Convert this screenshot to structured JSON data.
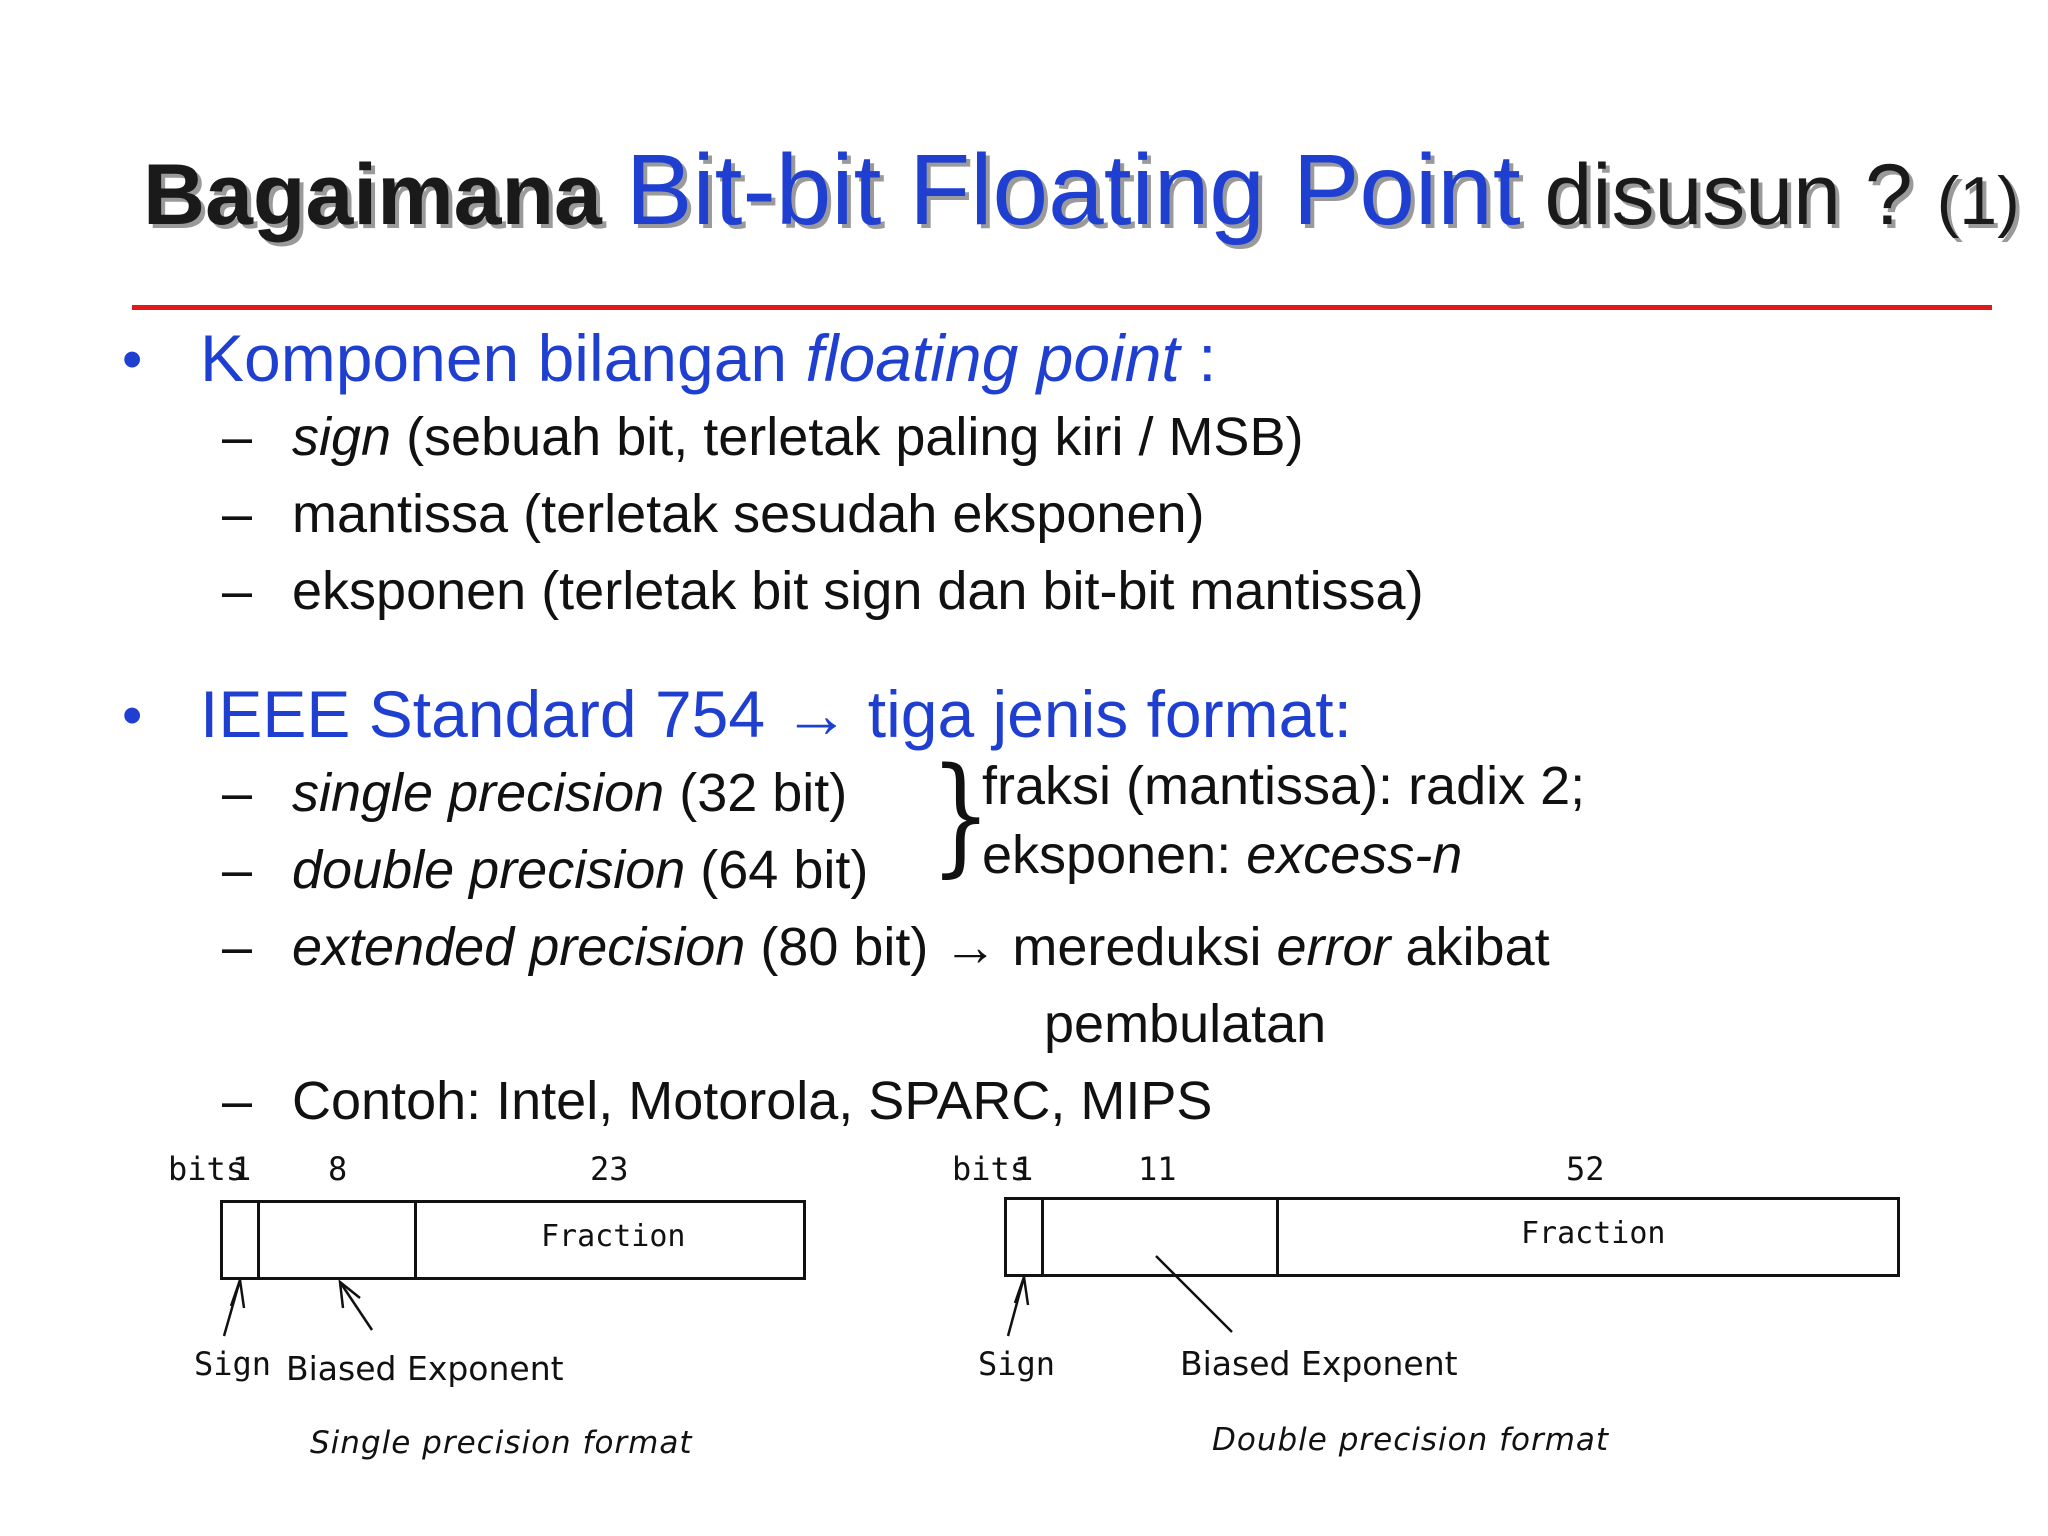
{
  "title": {
    "part1": "Bagaimana",
    "part2": "Bit-bit Floating Point",
    "part3": "disusun ?",
    "part4": "(1)"
  },
  "bullet1": {
    "marker": "•",
    "text_plain": "Komponen bilangan ",
    "text_italic": "floating point",
    "text_end": " :",
    "items": [
      {
        "dash": "–",
        "italic": "sign",
        "rest": " (sebuah bit, terletak paling kiri / MSB)"
      },
      {
        "dash": "–",
        "italic": "",
        "rest": "mantissa (terletak sesudah eksponen)"
      },
      {
        "dash": "–",
        "italic": "",
        "rest": "eksponen (terletak bit sign dan bit-bit mantissa)"
      }
    ]
  },
  "bullet2": {
    "marker": "•",
    "text_a": "IEEE Standard 754 ",
    "arrow": "→",
    "text_b": " tiga jenis format:",
    "items": [
      {
        "dash": "–",
        "italic": "single precision",
        "rest": " (32 bit)"
      },
      {
        "dash": "–",
        "italic": "double precision",
        "rest": " (64 bit)"
      },
      {
        "dash": "–",
        "italic": "extended precision",
        "rest": " (80 bit) ",
        "arrow": "→",
        "rest2": " mereduksi ",
        "italic2": "error",
        "rest3": " akibat"
      },
      {
        "continuation": "pembulatan"
      },
      {
        "dash": "–",
        "italic": "",
        "rest": "Contoh: Intel, Motorola, SPARC, MIPS"
      }
    ],
    "brace": "}",
    "brace_note1": "fraksi (mantissa): radix 2;",
    "brace_note2_plain": "eksponen: ",
    "brace_note2_italic": "excess-n"
  },
  "figures": {
    "single": {
      "bits_label": "bits",
      "sign_bits": "1",
      "exp_bits": "8",
      "frac_bits": "23",
      "fraction_label": "Fraction",
      "sign_label": "Sign",
      "exp_label": "Biased Exponent",
      "caption": "Single precision format"
    },
    "double": {
      "bits_label": "bits",
      "sign_bits": "1",
      "exp_bits": "11",
      "frac_bits": "52",
      "fraction_label": "Fraction",
      "sign_label": "Sign",
      "exp_label": "Biased Exponent",
      "caption": "Double precision format"
    }
  }
}
